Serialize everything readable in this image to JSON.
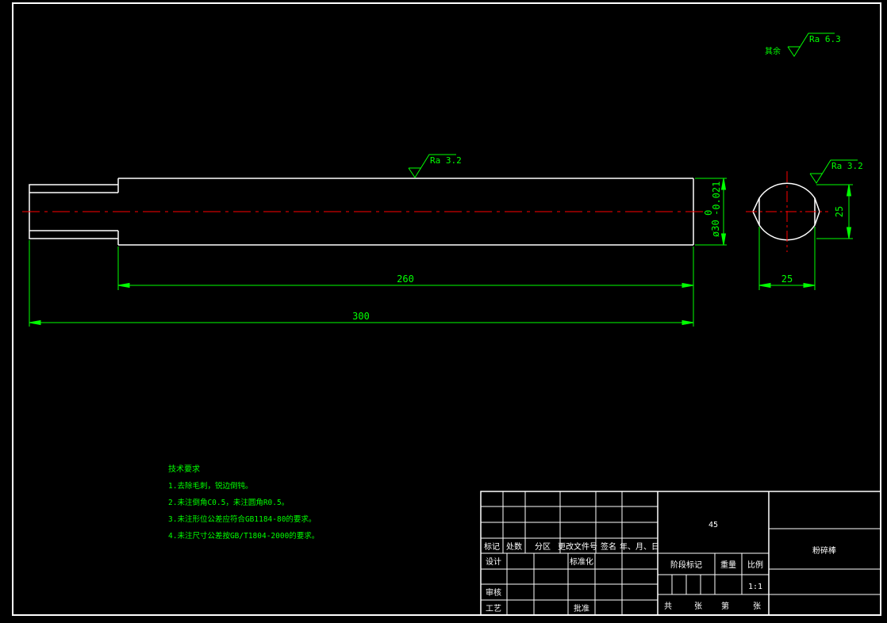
{
  "colors": {
    "background": "#000000",
    "outline": "#ffffff",
    "dimension": "#00ff00",
    "centerline": "#ff0000",
    "text_green": "#00ff00",
    "text_white": "#ffffff"
  },
  "surface_finish": {
    "general_prefix": "其余",
    "general_value": "Ra 6.3",
    "shaft_value": "Ra 3.2",
    "section_value": "Ra 3.2"
  },
  "dimensions": {
    "length_260": "260",
    "length_300": "300",
    "diameter_prefix": "ø30",
    "tol_upper": "0",
    "tol_lower": "-0.021",
    "flat_height": "25",
    "flat_width": "25"
  },
  "tech_requirements": {
    "title": "技术要求",
    "items": [
      "1.去除毛刺，锐边倒钝。",
      "2.未注倒角C0.5，未注圆角R0.5。",
      "3.未注形位公差应符合GB1184-80的要求。",
      "4.未注尺寸公差按GB/T1804-2000的要求。"
    ]
  },
  "title_block": {
    "material": "45",
    "part_name": "粉碎棒",
    "revision_headers": [
      "标记",
      "处数",
      "分区",
      "更改文件号",
      "签名",
      "年、月、日"
    ],
    "design": "设计",
    "standardization": "标准化",
    "review": "审核",
    "process": "工艺",
    "approve": "批准",
    "stage_mark": "阶段标记",
    "weight": "重量",
    "scale": "比例",
    "scale_value": "1:1",
    "sheet_total": "共",
    "sheet_unit": "张",
    "sheet_index": "第",
    "sheet_unit2": "张"
  }
}
